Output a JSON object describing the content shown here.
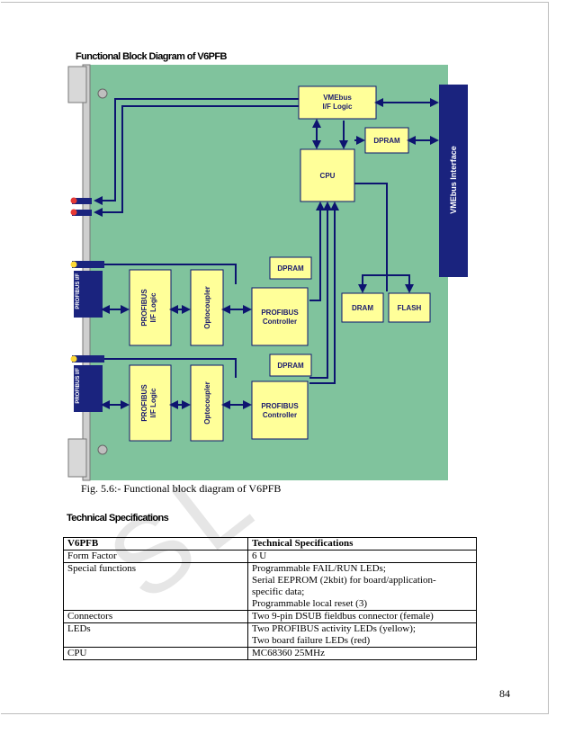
{
  "figure_title": "Functional Block Diagram of V6PFB",
  "diagram": {
    "blocks": {
      "vmebus_logic": [
        "VMEbus",
        "I/F Logic"
      ],
      "dpram_top": "DPRAM",
      "cpu": "CPU",
      "vmebus_interface": "VMEbus Interface",
      "dpram_1": "DPRAM",
      "dpram_2": "DPRAM",
      "dram": "DRAM",
      "flash": "FLASH",
      "profibus_if_logic_1": [
        "PROFIBUS",
        "I/F Logic"
      ],
      "profibus_if_logic_2": [
        "PROFIBUS",
        "I/F Logic"
      ],
      "optocoupler_1": "Optocoupler",
      "optocoupler_2": "Optocoupler",
      "profibus_controller_1": [
        "PROFIBUS",
        "Controller"
      ],
      "profibus_controller_2": [
        "PROFIBUS",
        "Controller"
      ],
      "profibus_if_label_1": "PROFIBUS I/F",
      "profibus_if_label_2": "PROFIBUS I/F"
    },
    "colors": {
      "board": "#80c39d",
      "block_fill": "#ffff99",
      "lines": "#0d1470",
      "panel": "#c8c8c8"
    }
  },
  "caption": "Fig. 5.6:- Functional block diagram of V6PFB",
  "spec_heading": "Technical Specifications",
  "table": {
    "headers": [
      "V6PFB",
      "Technical Specifications"
    ],
    "rows": [
      {
        "label": "Form Factor",
        "values": [
          "6 U"
        ]
      },
      {
        "label": "Special functions",
        "values": [
          "Programmable FAIL/RUN LEDs;",
          "Serial EEPROM (2kbit) for board/application-",
          "specific data;",
          "Programmable local reset (3)"
        ]
      },
      {
        "label": "Connectors",
        "values": [
          "Two 9-pin DSUB fieldbus connector (female)"
        ]
      },
      {
        "label": "LEDs",
        "values": [
          "Two PROFIBUS activity LEDs (yellow);",
          "Two board failure LEDs (red)"
        ]
      },
      {
        "label": "CPU",
        "values": [
          "MC68360   25MHz"
        ]
      }
    ]
  },
  "page_number": "84"
}
